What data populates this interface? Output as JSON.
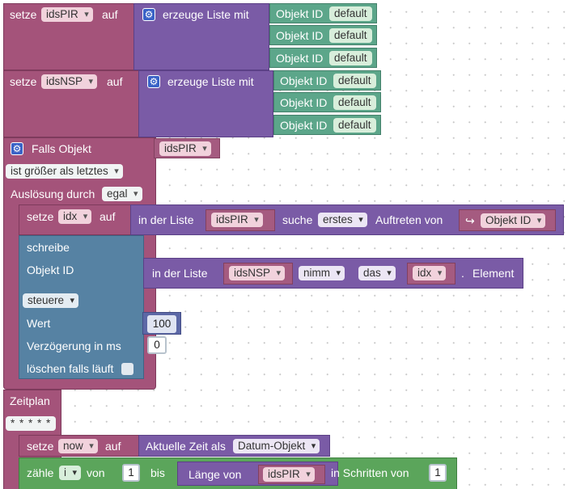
{
  "block1": {
    "set_label": "setze",
    "var": "idsPIR",
    "to_label": "auf",
    "list_label": "erzeuge Liste mit",
    "items": [
      {
        "label": "Objekt ID",
        "value": "default"
      },
      {
        "label": "Objekt ID",
        "value": "default"
      },
      {
        "label": "Objekt ID",
        "value": "default"
      }
    ]
  },
  "block2": {
    "set_label": "setze",
    "var": "idsNSP",
    "to_label": "auf",
    "list_label": "erzeuge Liste mit",
    "items": [
      {
        "label": "Objekt ID",
        "value": "default"
      },
      {
        "label": "Objekt ID",
        "value": "default"
      },
      {
        "label": "Objekt ID",
        "value": "default"
      }
    ]
  },
  "trigger": {
    "label": "Falls Objekt",
    "var": "idsPIR",
    "condition": "ist größer als letztes",
    "triggered_by_label": "Auslösung durch",
    "triggered_by_value": "egal"
  },
  "set_idx": {
    "set_label": "setze",
    "var": "idx",
    "to_label": "auf",
    "in_list_label": "in der Liste",
    "list_var": "idsPIR",
    "find_label": "suche",
    "find_mode": "erstes",
    "occurrence_label": "Auftreten von",
    "value_label": "Objekt ID",
    "return_icon": "↪"
  },
  "write": {
    "label": "schreibe",
    "object_id_label": "Objekt ID",
    "in_list_label": "in der Liste",
    "list_var": "idsNSP",
    "take_label": "nimm",
    "mode": "das",
    "index_var": "idx",
    "dot": ".",
    "element_label": "Element",
    "control": "steuere",
    "value_label": "Wert",
    "value": "100",
    "delay_label": "Verzögerung in ms",
    "delay": "0",
    "clear_label": "löschen falls läuft"
  },
  "schedule": {
    "label": "Zeitplan",
    "cron": "* * * * *"
  },
  "set_now": {
    "set_label": "setze",
    "var": "now",
    "to_label": "auf",
    "time_label": "Aktuelle Zeit als",
    "time_format": "Datum-Objekt"
  },
  "count": {
    "label": "zähle",
    "var": "i",
    "from_label": "von",
    "from": "1",
    "to_label": "bis",
    "length_label": "Länge von",
    "list_var": "idsPIR",
    "step_label": "in Schritten von",
    "step": "1"
  },
  "icons": {
    "gear": "⚙"
  }
}
